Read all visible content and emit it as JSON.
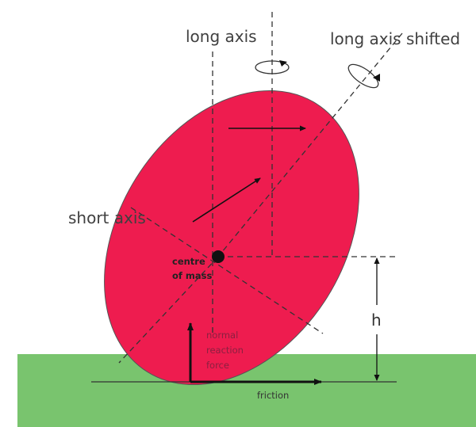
{
  "labels": {
    "long_axis": "long axis",
    "long_axis_shifted": "long axis shifted",
    "short_axis": "short axis",
    "centre_line1": "centre",
    "centre_line2": "of mass",
    "normal_line1": "normal",
    "normal_line2": "reaction",
    "normal_line3": "force",
    "height": "h",
    "friction": "friction"
  },
  "colors": {
    "body": "#ee1c4f",
    "ground": "#79c46e",
    "label_dark": "#404040",
    "label_force": "#8a2040"
  }
}
